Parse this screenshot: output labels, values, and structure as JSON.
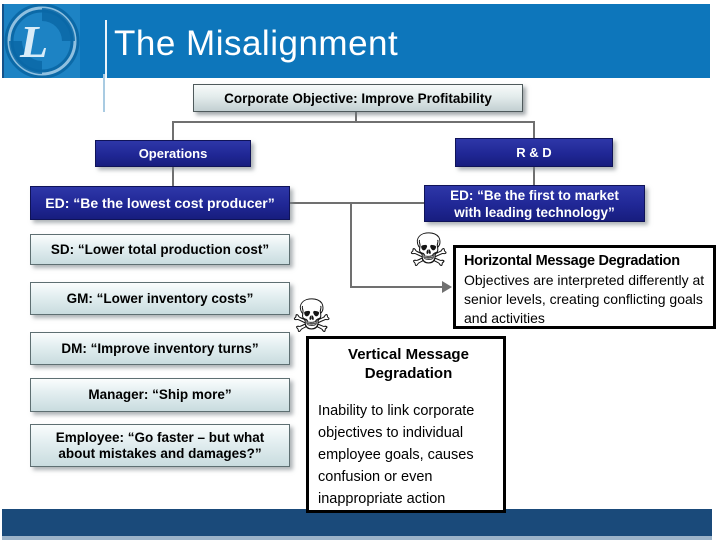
{
  "slide": {
    "title": "The Misalignment",
    "logo_name": "leyland-swirl-logo",
    "logo_letter": "L"
  },
  "flowchart": {
    "corporate": "Corporate Objective: Improve Profitability",
    "operations": "Operations",
    "rnd": "R & D",
    "ed_left": "ED: “Be the lowest cost producer”",
    "ed_right_line1": "ED: “Be the first to market",
    "ed_right_line2": "with leading technology”",
    "chain": [
      "SD: “Lower total production cost”",
      "GM: “Lower inventory costs”",
      "DM: “Improve inventory turns”",
      "Manager: “Ship more”",
      "Employee: “Go faster – but what about mistakes and damages?”"
    ]
  },
  "callouts": {
    "horizontal": {
      "title": "Horizontal Message Degradation",
      "body": "Objectives are interpreted differently at senior levels, creating conflicting goals and activities"
    },
    "vertical": {
      "title_line1": "Vertical Message",
      "title_line2": "Degradation",
      "body": "Inability to link corporate objectives to individual employee goals, causes confusion or even inappropriate action"
    }
  },
  "icons": {
    "skull": "☠"
  },
  "colors": {
    "header_blue": "#0d76bb",
    "footer_navy": "#1a4a7a",
    "org_navy_box": "#202795",
    "light_box": "#d9e8ea",
    "connector_gray": "#707070"
  }
}
